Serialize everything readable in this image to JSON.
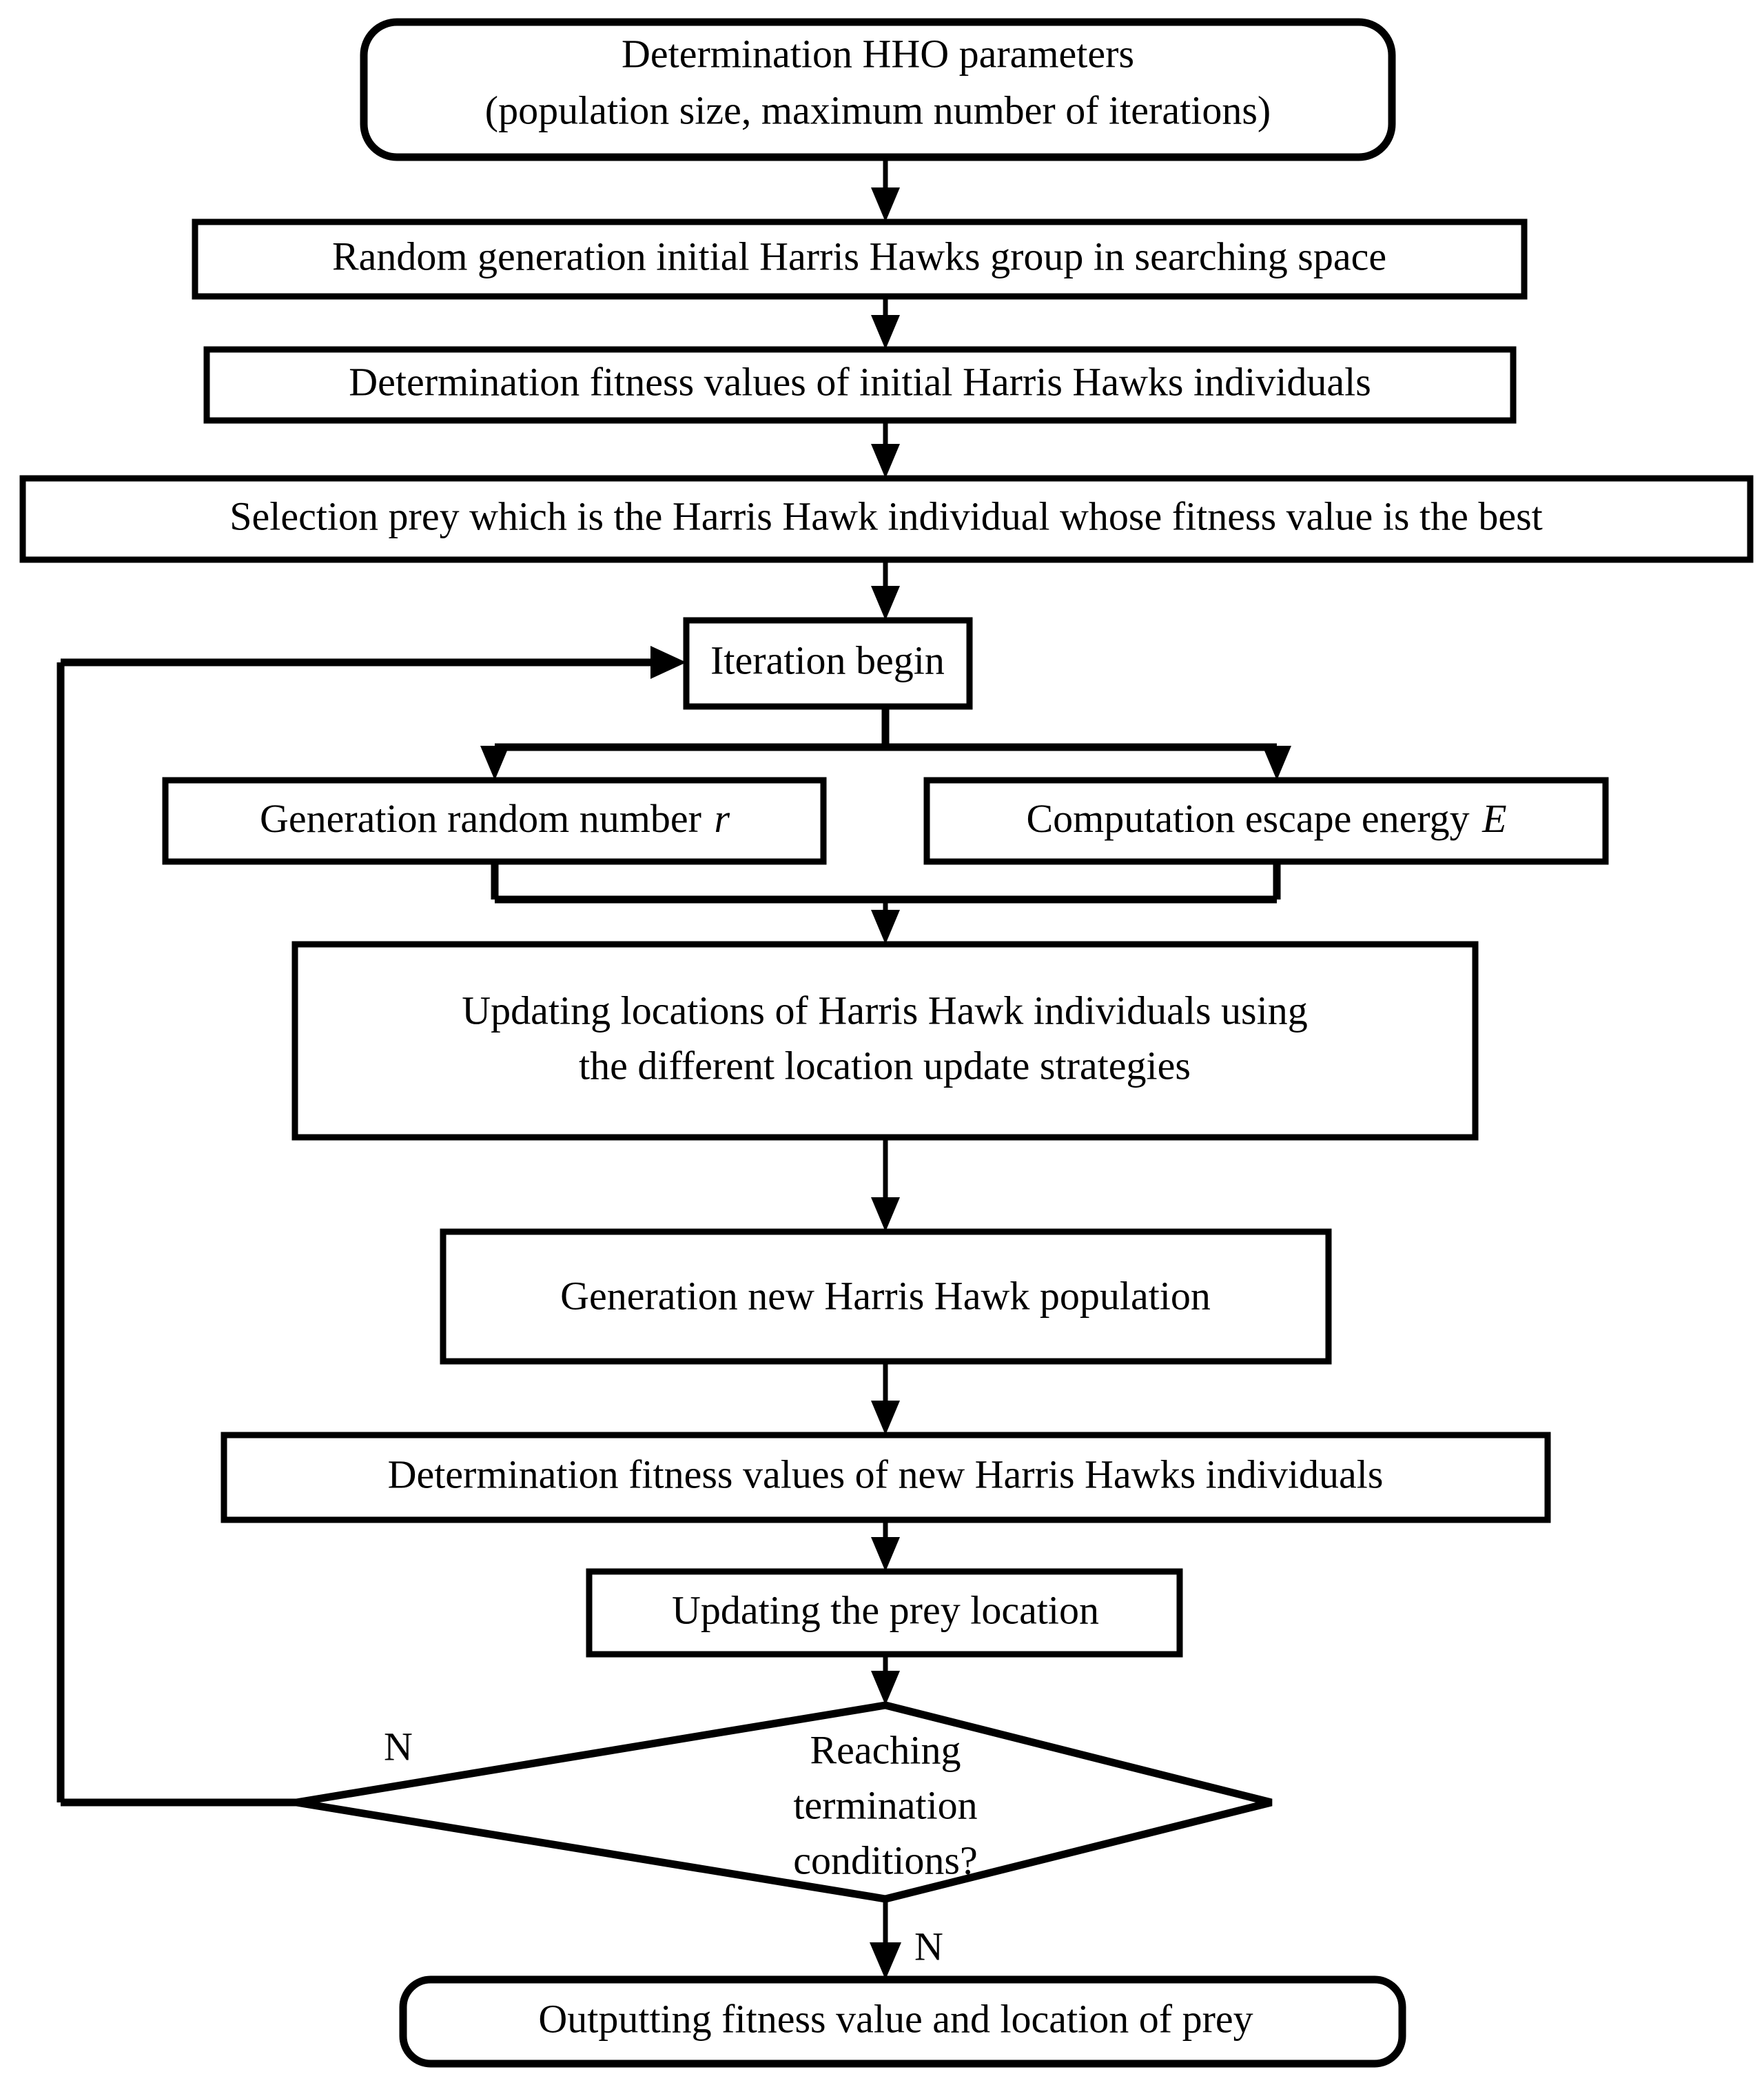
{
  "diagram": {
    "type": "flowchart",
    "title": "HHO algorithm flowchart",
    "nodes": [
      {
        "id": "start",
        "shape": "terminator",
        "lines": [
          "Determination HHO parameters",
          "(population size, maximum number of iterations)"
        ]
      },
      {
        "id": "init-group",
        "shape": "process",
        "lines": [
          "Random generation initial  Harris Hawks group in searching space"
        ]
      },
      {
        "id": "init-fitness",
        "shape": "process",
        "lines": [
          "Determination fitness values of initial  Harris Hawks individuals"
        ]
      },
      {
        "id": "select-prey",
        "shape": "process",
        "lines": [
          "Selection prey which is the Harris Hawk individual  whose fitness value is the best"
        ]
      },
      {
        "id": "iteration-begin",
        "shape": "process",
        "lines": [
          "Iteration begin"
        ]
      },
      {
        "id": "random-number",
        "shape": "process",
        "lines": [
          "Generation random number "
        ],
        "math_suffix": "r"
      },
      {
        "id": "escape-energy",
        "shape": "process",
        "lines": [
          "Computation escape energy "
        ],
        "math_suffix": "E"
      },
      {
        "id": "update-locations",
        "shape": "process",
        "lines": [
          "Updating  locations of Harris  Hawk individuals  using",
          "the different location update strategies"
        ]
      },
      {
        "id": "new-population",
        "shape": "process",
        "lines": [
          "Generation new Harris  Hawk population"
        ]
      },
      {
        "id": "new-fitness",
        "shape": "process",
        "lines": [
          "Determination fitness values of new Harris  Hawks individuals"
        ]
      },
      {
        "id": "update-prey",
        "shape": "process",
        "lines": [
          "Updating  the prey location"
        ]
      },
      {
        "id": "termination",
        "shape": "decision",
        "lines": [
          "Reaching",
          "termination",
          "conditions?"
        ]
      },
      {
        "id": "output",
        "shape": "terminator",
        "lines": [
          "Outputting fitness value and location of prey"
        ]
      }
    ],
    "edge_labels": {
      "loop_back": "N",
      "exit": "N"
    },
    "colors": {
      "stroke": "#000000",
      "fill": "#ffffff",
      "text": "#000000"
    }
  }
}
